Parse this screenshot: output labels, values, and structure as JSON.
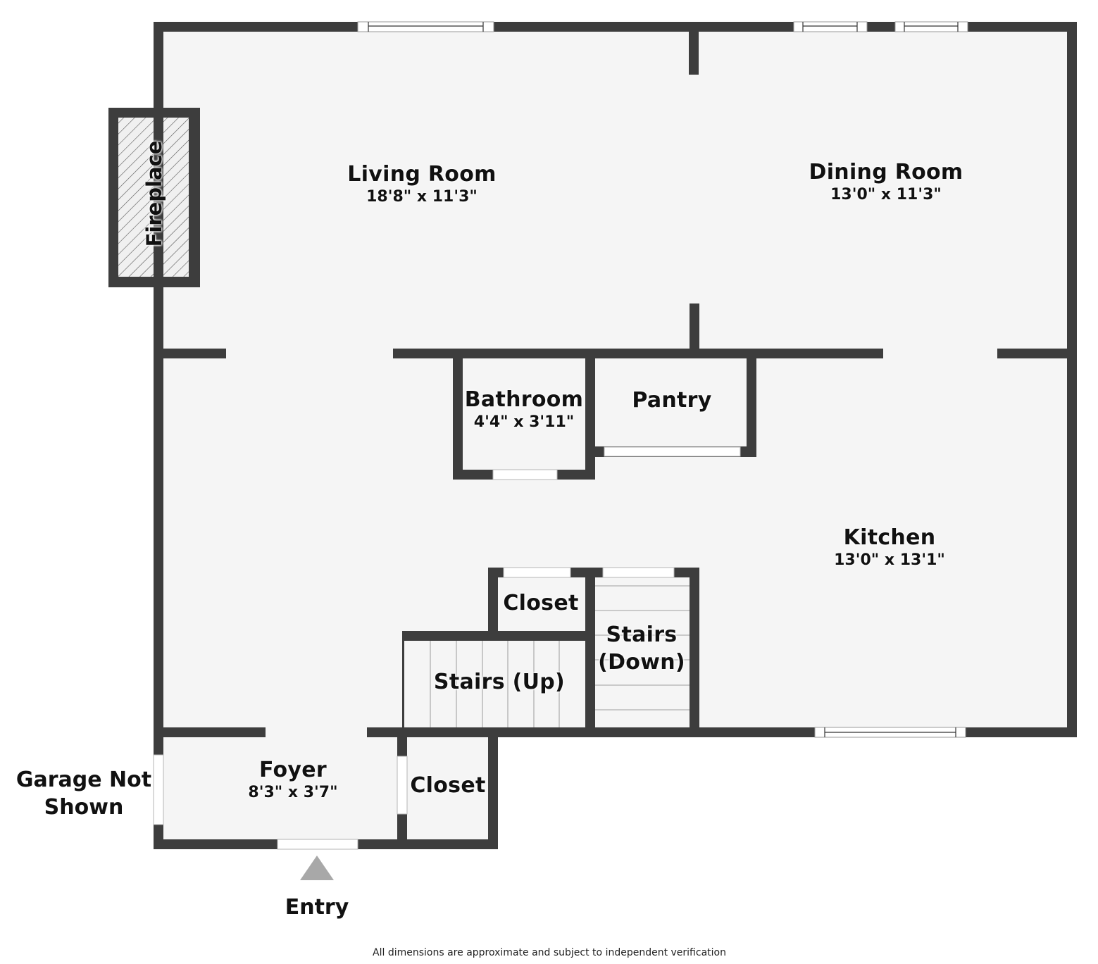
{
  "floorplan": {
    "colors": {
      "wall": "#3d3d3d",
      "floor": "#f5f5f5",
      "window": "#ffffff",
      "entry_arrow": "#a8a8a8"
    },
    "rooms": {
      "living_room": {
        "name": "Living Room",
        "dims": "18'8\" x 11'3\""
      },
      "dining_room": {
        "name": "Dining Room",
        "dims": "13'0\" x 11'3\""
      },
      "bathroom": {
        "name": "Bathroom",
        "dims": "4'4\" x 3'11\""
      },
      "pantry": {
        "name": "Pantry"
      },
      "kitchen": {
        "name": "Kitchen",
        "dims": "13'0\" x 13'1\""
      },
      "closet_upper": {
        "name": "Closet"
      },
      "stairs_down": {
        "name_line1": "Stairs",
        "name_line2": "(Down)"
      },
      "stairs_up": {
        "name": "Stairs (Up)"
      },
      "foyer": {
        "name": "Foyer",
        "dims": "8'3\" x 3'7\""
      },
      "closet_lower": {
        "name": "Closet"
      }
    },
    "fireplace": {
      "label": "Fireplace"
    },
    "garage_note": {
      "line1": "Garage Not",
      "line2": "Shown"
    },
    "entry": {
      "label": "Entry"
    },
    "footer_disclaimer": "All dimensions are approximate and subject to independent verification"
  }
}
